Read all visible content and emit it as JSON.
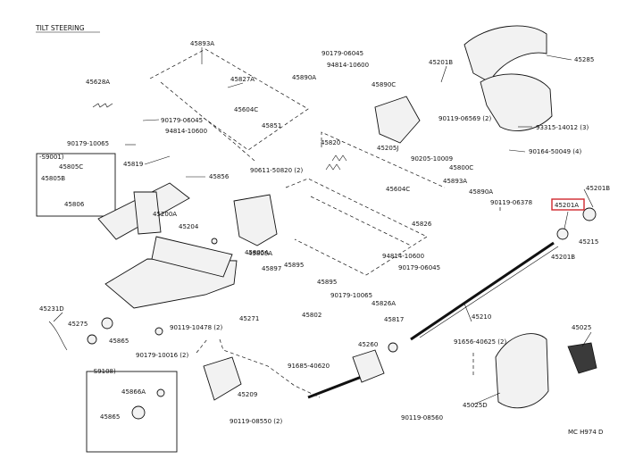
{
  "diagram": {
    "title": "TILT STEERING",
    "footer": "MC H974 D",
    "labels": [
      "45893A",
      "45827A",
      "45628A",
      "90179-06045",
      "94814-10600",
      "45604C",
      "45851",
      "90179-10065",
      "45819",
      "45805C",
      "45805B",
      "45806",
      "-S9001)",
      "45856",
      "90179-06045",
      "94814-10600",
      "45890A",
      "45890C",
      "45820",
      "45205J",
      "45201B",
      "45285",
      "90119-06569 (2)",
      "93315-14012 (3)",
      "90164-50049 (4)",
      "45805A",
      "45604C",
      "90205-10009",
      "45800C",
      "45893A",
      "45890A",
      "90119-06378",
      "45826",
      "45201B",
      "45201A",
      "45215",
      "45201B",
      "90611-50820 (2)",
      "45200A",
      "45204",
      "45805A",
      "45895",
      "45897",
      "45895",
      "94814-10600",
      "90179-06045",
      "90179-10065",
      "45826A",
      "45210",
      "45802",
      "45271",
      "90119-10478 (2)",
      "45231D",
      "45275",
      "45865",
      "90179-10016 (2)",
      "- S9108)",
      "45866A",
      "45865",
      "45209",
      "90119-08550 (2)",
      "91685-40620",
      "45260",
      "45817",
      "90119-08560",
      "91656-40625 (2)",
      "45025",
      "45025D"
    ]
  }
}
